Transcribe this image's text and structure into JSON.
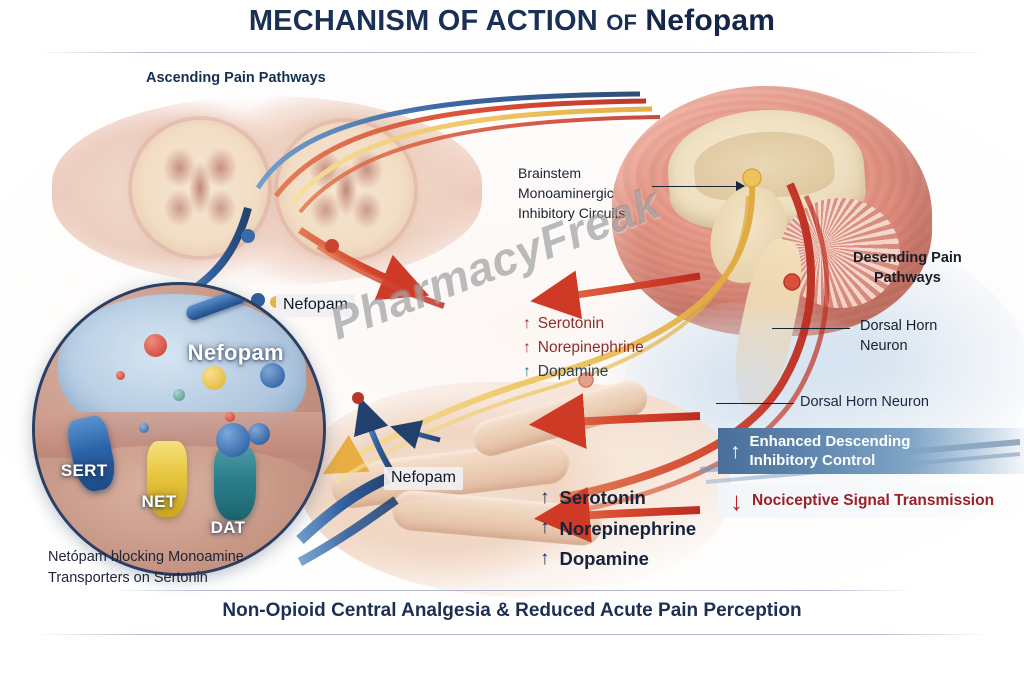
{
  "title": {
    "main": "MECHANISM OF ACTION",
    "of": "OF",
    "drug": "Nefopam"
  },
  "footer": {
    "text": "Non-Opioid Central Analgesia & Reduced Acute Pain Perception"
  },
  "watermark": {
    "text": "PharmacyFreak"
  },
  "labels": {
    "ascending_pain_pathways": "Ascending Pain Pathways",
    "brainstem_line1": "Brainstem",
    "brainstem_line2": "Monoaminergic",
    "brainstem_line3": "Inhibitory Circuits",
    "descending_line1": "Desending Pain",
    "descending_line2": "Pathways",
    "dorsal_horn_line1": "Dorsal Horn",
    "dorsal_horn_line2": "Neuron",
    "dorsal_horn_neuron": "Dorsal Horn Neuron",
    "nefopam_tag_upper": "Nefopam",
    "nefopam_tag_lower": "Nefopam",
    "inset_caption_line1": "Netópam blocking Monoamine",
    "inset_caption_line2": "Transporters on Sertonin"
  },
  "inset": {
    "drug_label": "Nefopam",
    "transporters": [
      {
        "name": "SERT",
        "color": "#2f63a8"
      },
      {
        "name": "NET",
        "color": "#e8c84a"
      },
      {
        "name": "DAT",
        "color": "#2f7f8c"
      }
    ]
  },
  "neurotransmitters_top": [
    {
      "arrow": "↑",
      "name": "Serotonin",
      "color": "#8d2f2c",
      "arrow_color": "#8d2f2c"
    },
    {
      "arrow": "↑",
      "name": "Norepinephrine",
      "color": "#8d2f2c",
      "arrow_color": "#a6322d"
    },
    {
      "arrow": "↑",
      "name": "Dopamine",
      "color": "#2a4258",
      "arrow_color": "#2b7680"
    }
  ],
  "neurotransmitters_bottom": [
    {
      "arrow": "↑",
      "name": "Serotonin"
    },
    {
      "arrow": "↑",
      "name": "Norepinephrine"
    },
    {
      "arrow": "↑",
      "name": "Dopamine"
    }
  ],
  "legend": {
    "enhanced": {
      "arrow": "↑",
      "line1": "Enhanced Descending",
      "line2": "Inhibitory Control",
      "color": "#ffffff",
      "band_color": "#4a6e99"
    },
    "nociceptive": {
      "arrow": "↓",
      "text": "Nociceptive Signal Transmission",
      "color": "#9a2226"
    }
  },
  "colors": {
    "title_navy": "#1b3055",
    "brain_pink": "#e79d8d",
    "pathway_red": "#d3442e",
    "pathway_blue": "#2f5f9e",
    "pathway_gold": "#e9c25a",
    "background": "#ffffff"
  }
}
